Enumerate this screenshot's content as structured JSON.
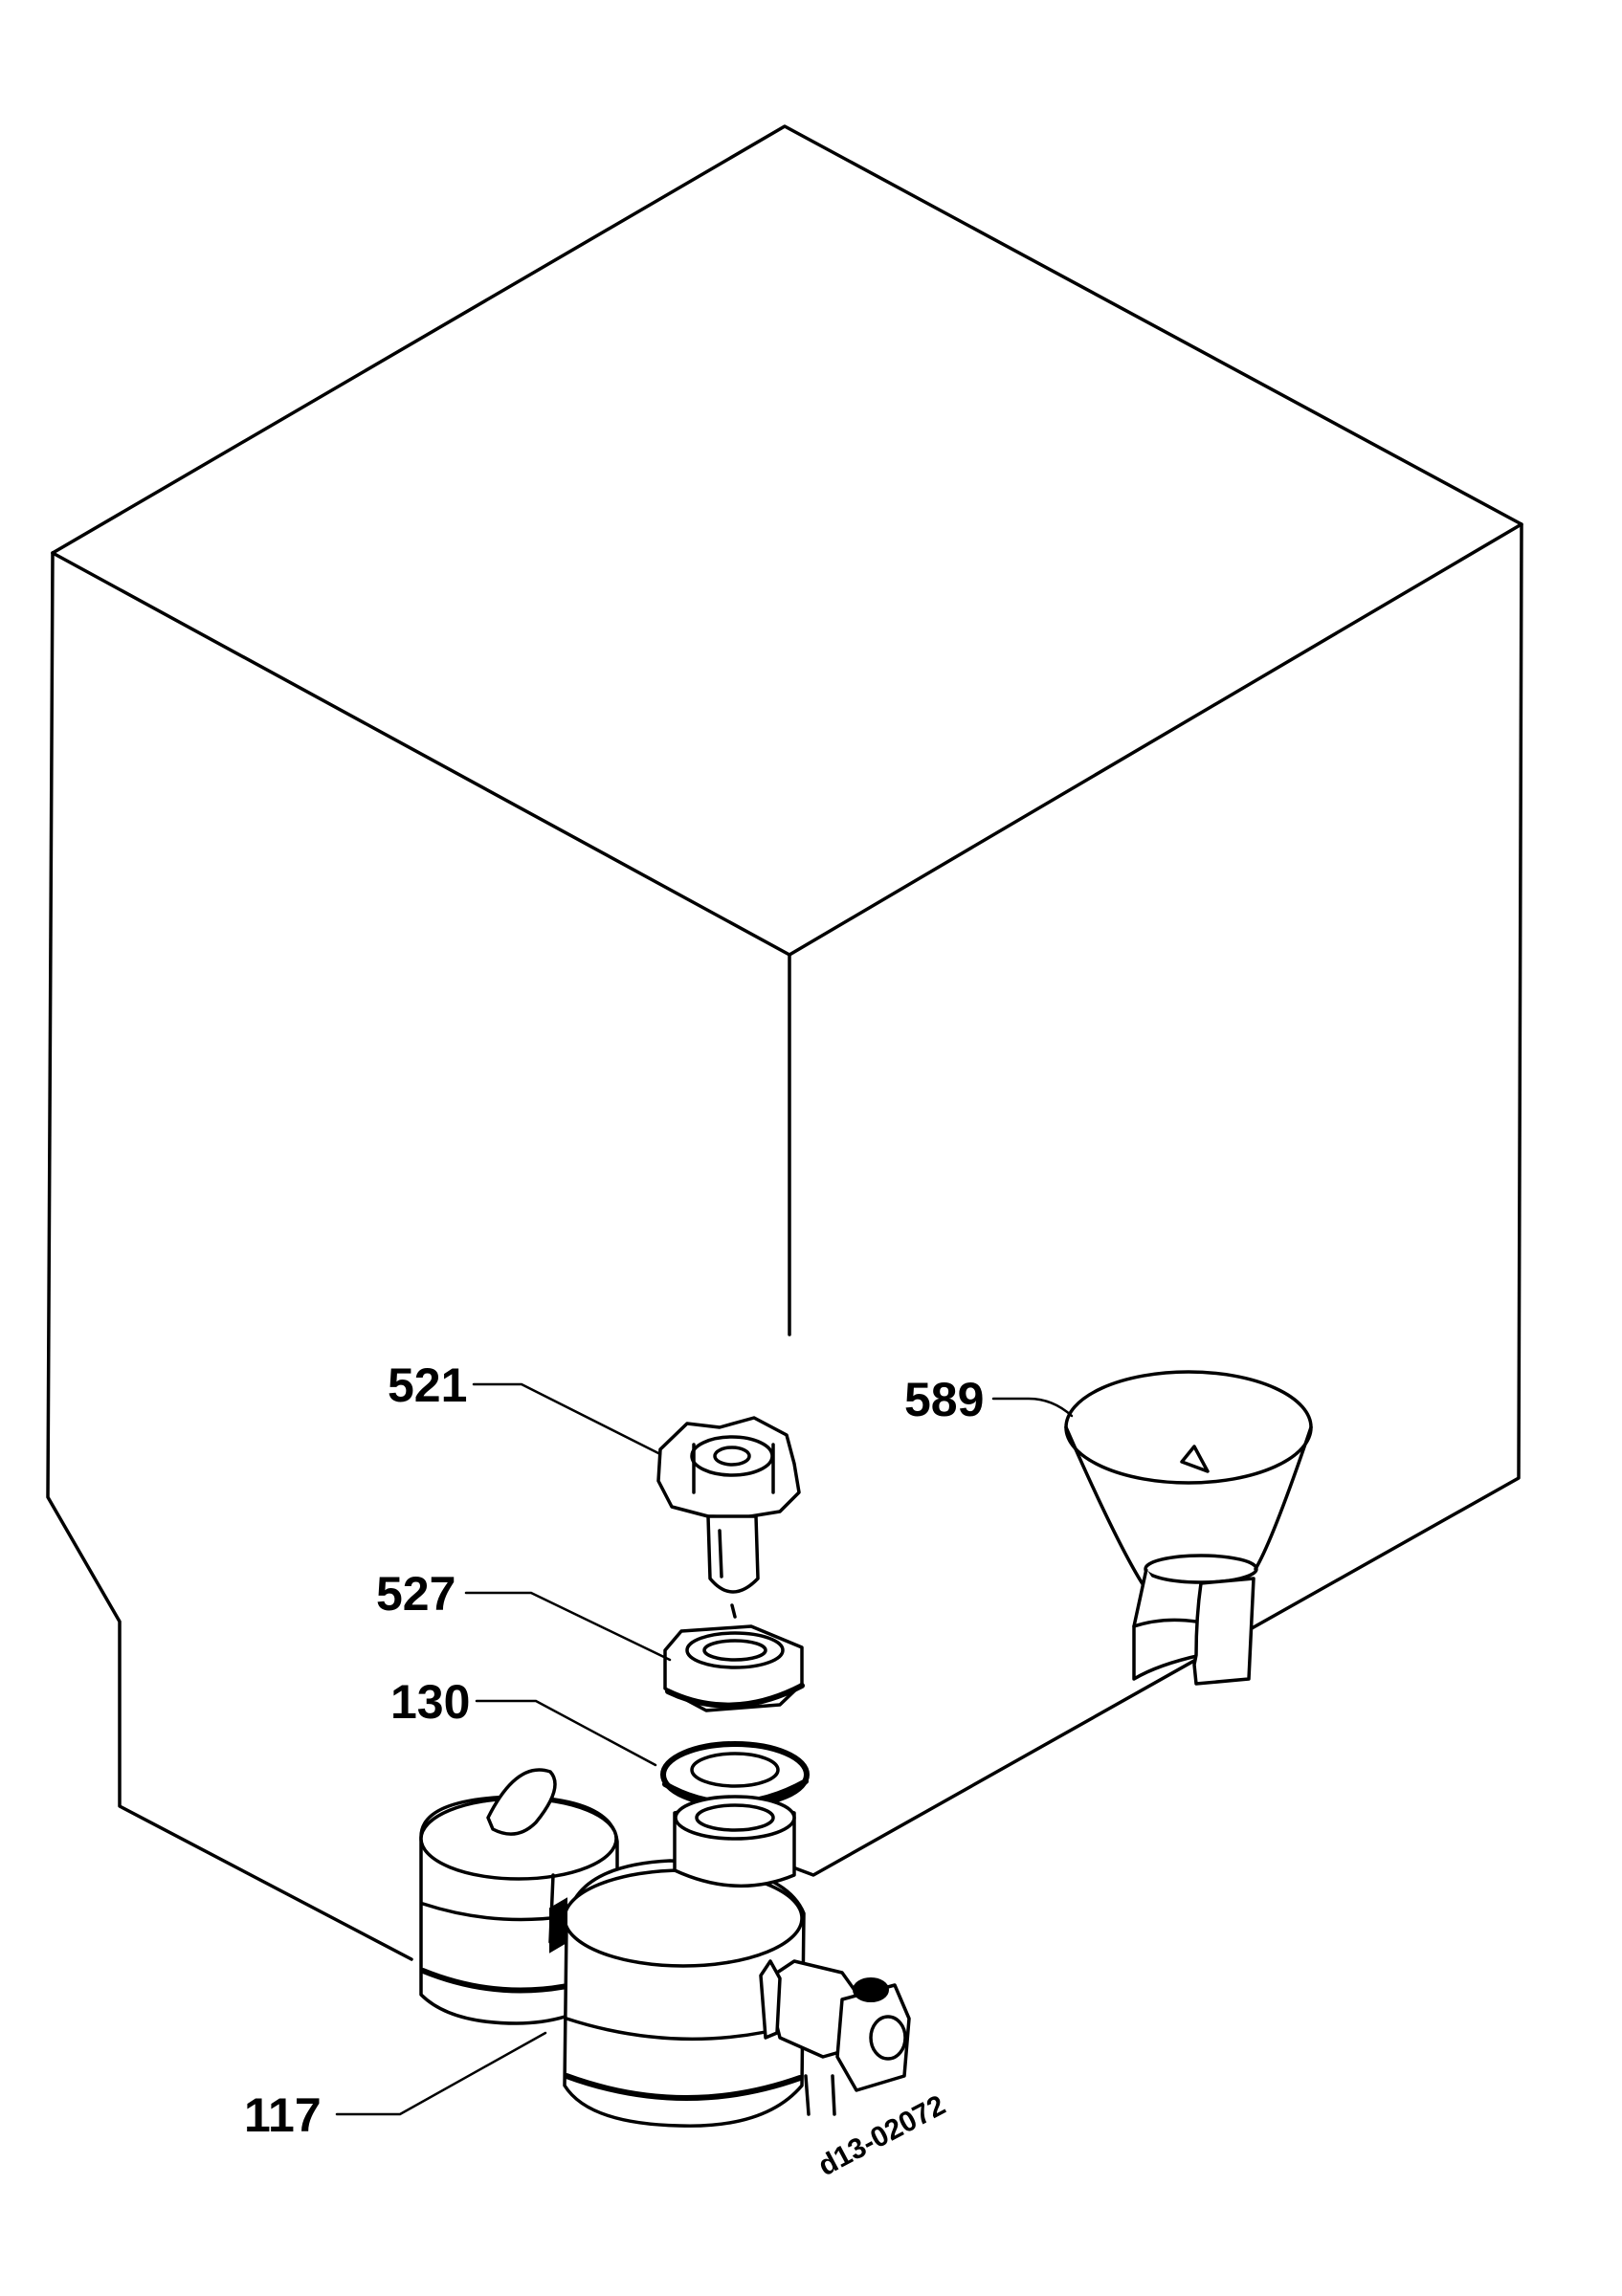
{
  "diagram": {
    "callouts": [
      {
        "id": "521",
        "text": "521"
      },
      {
        "id": "527",
        "text": "527"
      },
      {
        "id": "130",
        "text": "130"
      },
      {
        "id": "117",
        "text": "117"
      },
      {
        "id": "589",
        "text": "589"
      }
    ],
    "drawing_code": "d13-02072"
  }
}
